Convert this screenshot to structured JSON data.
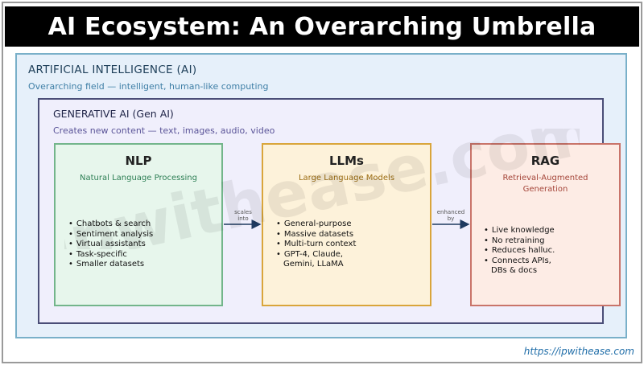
{
  "title": "AI Ecosystem: An Overarching Umbrella",
  "ai": {
    "heading": "ARTIFICIAL INTELLIGENCE (AI)",
    "subtitle": "Overarching field — intelligent, human-like computing"
  },
  "genai": {
    "heading": "GENERATIVE AI (Gen AI)",
    "subtitle": "Creates new content — text, images, audio, video"
  },
  "nlp": {
    "title": "NLP",
    "subtitle": "Natural Language Processing",
    "items": [
      "Chatbots & search",
      "Sentiment analysis",
      "Virtual assistants",
      "Task-specific",
      "Smaller datasets"
    ]
  },
  "llm": {
    "title": "LLMs",
    "subtitle": "Large Language Models",
    "items": [
      "General-purpose",
      "Massive datasets",
      "Multi-turn context",
      "GPT-4, Claude,",
      "Gemini, LLaMA"
    ]
  },
  "rag": {
    "title": "RAG",
    "subtitle_line1": "Retrieval-Augmented",
    "subtitle_line2": "Generation",
    "items": [
      "Live knowledge",
      "No retraining",
      "Reduces halluc.",
      "Connects APIs,",
      "DBs & docs"
    ]
  },
  "arrows": {
    "nlp_to_llm_line1": "scales",
    "nlp_to_llm_line2": "into",
    "llm_to_rag_line1": "enhanced",
    "llm_to_rag_line2": "by"
  },
  "watermark": "ipwithease.com",
  "site_url": "https://ipwithease.com",
  "colors": {
    "title_bar": "#000000",
    "ai_fill": "#e6f0fa",
    "genai_fill": "#f0effc",
    "nlp_fill": "#e7f6ec",
    "llm_fill": "#fdf2da",
    "rag_fill": "#fdece5",
    "arrow": "#1e3a5f"
  }
}
